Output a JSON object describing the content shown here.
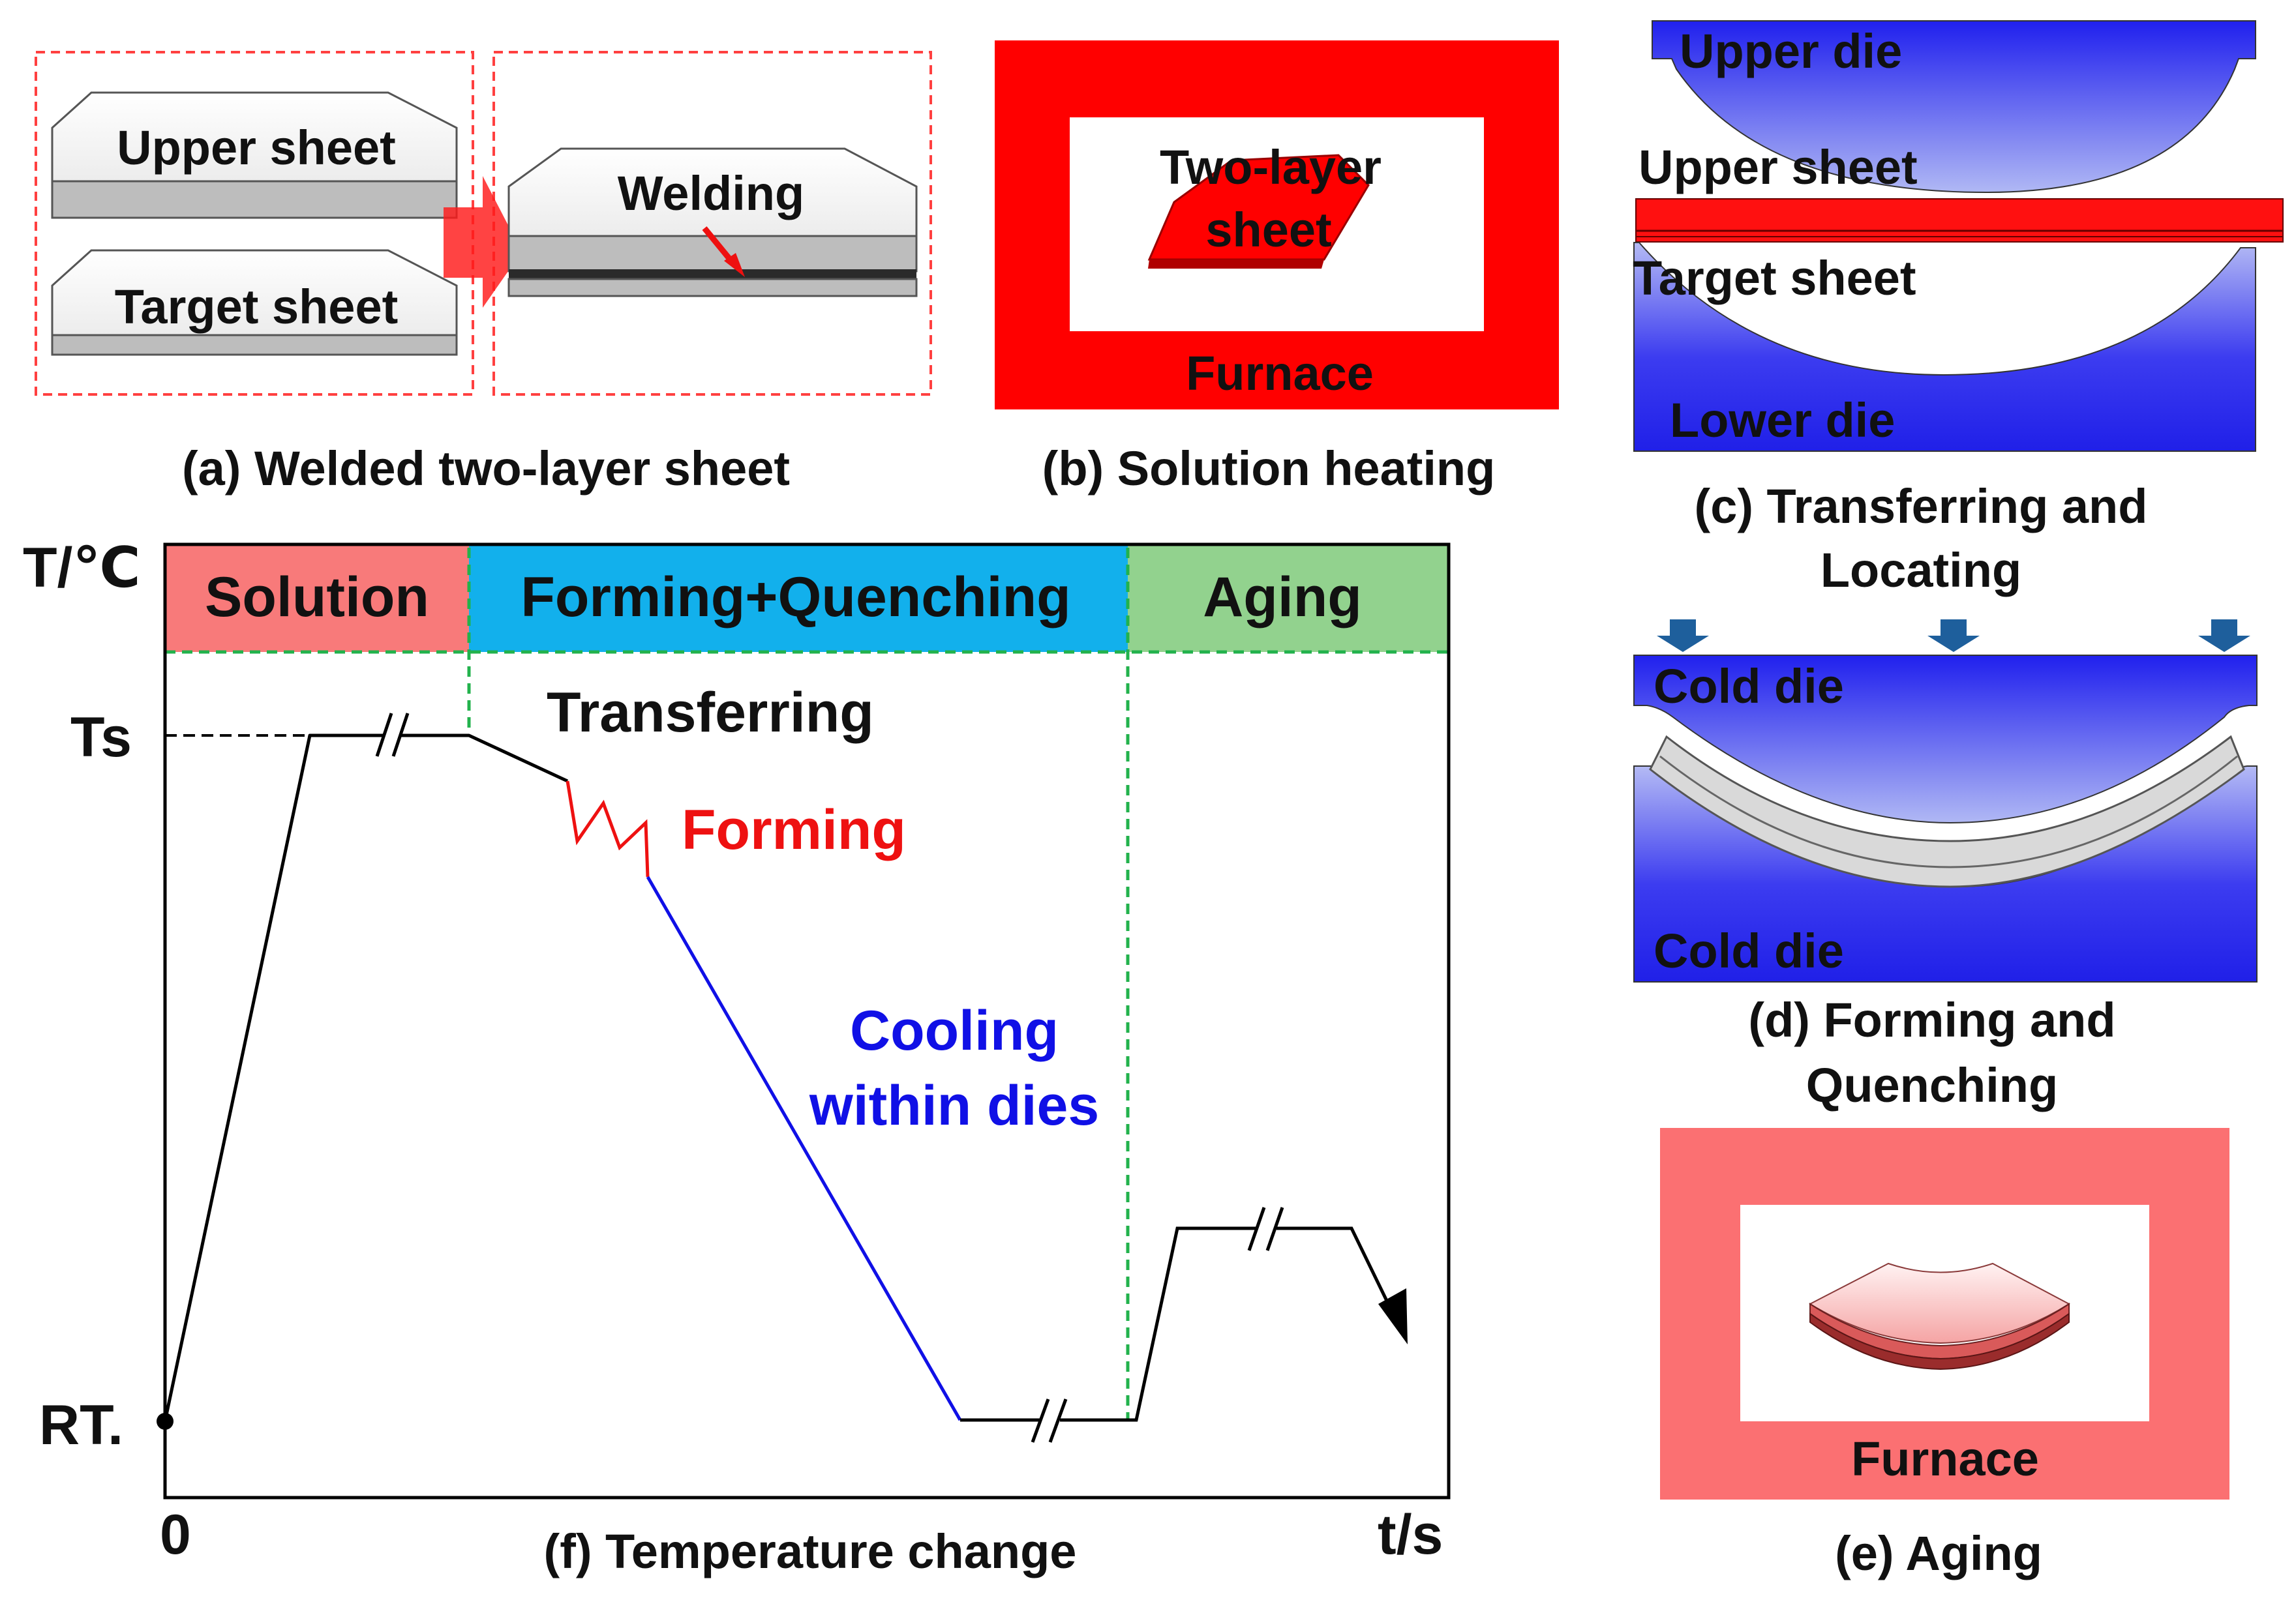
{
  "panel_a": {
    "upper_sheet": "Upper sheet",
    "target_sheet": "Target sheet",
    "welding": "Welding",
    "caption": "(a) Welded two-layer sheet"
  },
  "panel_b": {
    "part_label_line1": "Two-layer",
    "part_label_line2": "sheet",
    "furnace": "Furnace",
    "caption": "(b) Solution heating"
  },
  "panel_c": {
    "upper_die": "Upper die",
    "upper_sheet": "Upper sheet",
    "target_sheet": "Target sheet",
    "lower_die": "Lower die",
    "caption_line1": "(c) Transferring and",
    "caption_line2": "Locating"
  },
  "panel_d": {
    "cold_die_top": "Cold die",
    "cold_die_bottom": "Cold die",
    "caption_line1": "(d) Forming and",
    "caption_line2": "Quenching"
  },
  "panel_e": {
    "furnace": "Furnace",
    "caption": "(e) Aging"
  },
  "panel_f": {
    "y_axis_label": "T/℃",
    "x_axis_label": "t/s",
    "tick_ts": "Ts",
    "tick_rt": "RT.",
    "origin": "0",
    "stage_solution": "Solution",
    "stage_forming": "Forming+Quenching",
    "stage_aging": "Aging",
    "transferring": "Transferring",
    "forming": "Forming",
    "cooling_line1": "Cooling",
    "cooling_line2": "within dies",
    "caption": "(f) Temperature change"
  },
  "colors": {
    "furnace_red": "#ff0000",
    "aging_furnace": "#fb7072",
    "die_blue": "#2323f0",
    "stage_solution": "#f87a7a",
    "stage_forming": "#12b0ec",
    "stage_aging": "#92d28e",
    "cooling_blue": "#1010e6",
    "forming_red": "#ee1111",
    "guide_green": "#22b24c"
  }
}
